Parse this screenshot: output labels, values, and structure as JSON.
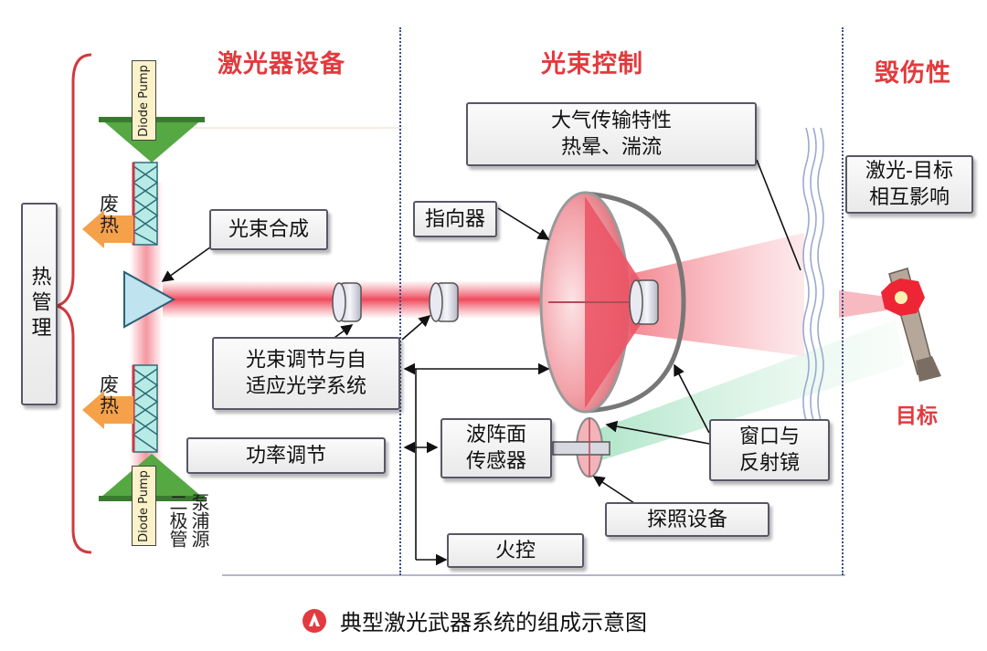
{
  "sections": {
    "laser_equipment": "激光器设备",
    "beam_control": "光束控制",
    "damage": "毁伤性"
  },
  "thermal_management": "热管理",
  "diode_pump": "Diode Pump",
  "diode_pump_bottom": "Diode Pump",
  "waste_heat_top": "废热",
  "waste_heat_bottom": "废热",
  "pump_source_col1": "二极管",
  "pump_source_col2": "泵浦源",
  "boxes": {
    "beam_combining": "光束合成",
    "beam_adjust_line1": "光束调节与自",
    "beam_adjust_line2": "适应光学系统",
    "power_adjust": "功率调节",
    "atmosphere_line1": "大气传输特性",
    "atmosphere_line2": "热晕、湍流",
    "pointer": "指向器",
    "wavefront_line1": "波阵面",
    "wavefront_line2": "传感器",
    "fire_control": "火控",
    "window_line1": "窗口与",
    "window_line2": "反射镜",
    "illumination": "探照设备",
    "interaction_line1": "激光-目标",
    "interaction_line2": "相互影响"
  },
  "target_label": "目标",
  "caption": "典型激光武器系统的组成示意图",
  "colors": {
    "section_red": "#e23a3e",
    "beam_red": "#f06a78",
    "cone_green": "#cdeedd",
    "separator_blue": "#3c4b8c",
    "arrow_orange": "#f5a14a",
    "triangle_green": "#56a843",
    "brace_red": "#d03a3e"
  },
  "icons": [
    "brace-icon",
    "diode-pump-icon",
    "waste-heat-arrow-icon",
    "combiner-prism-icon",
    "lens-icon",
    "dish-mirror-icon",
    "turbulence-icon",
    "target-missile-icon",
    "caption-logo-icon"
  ]
}
